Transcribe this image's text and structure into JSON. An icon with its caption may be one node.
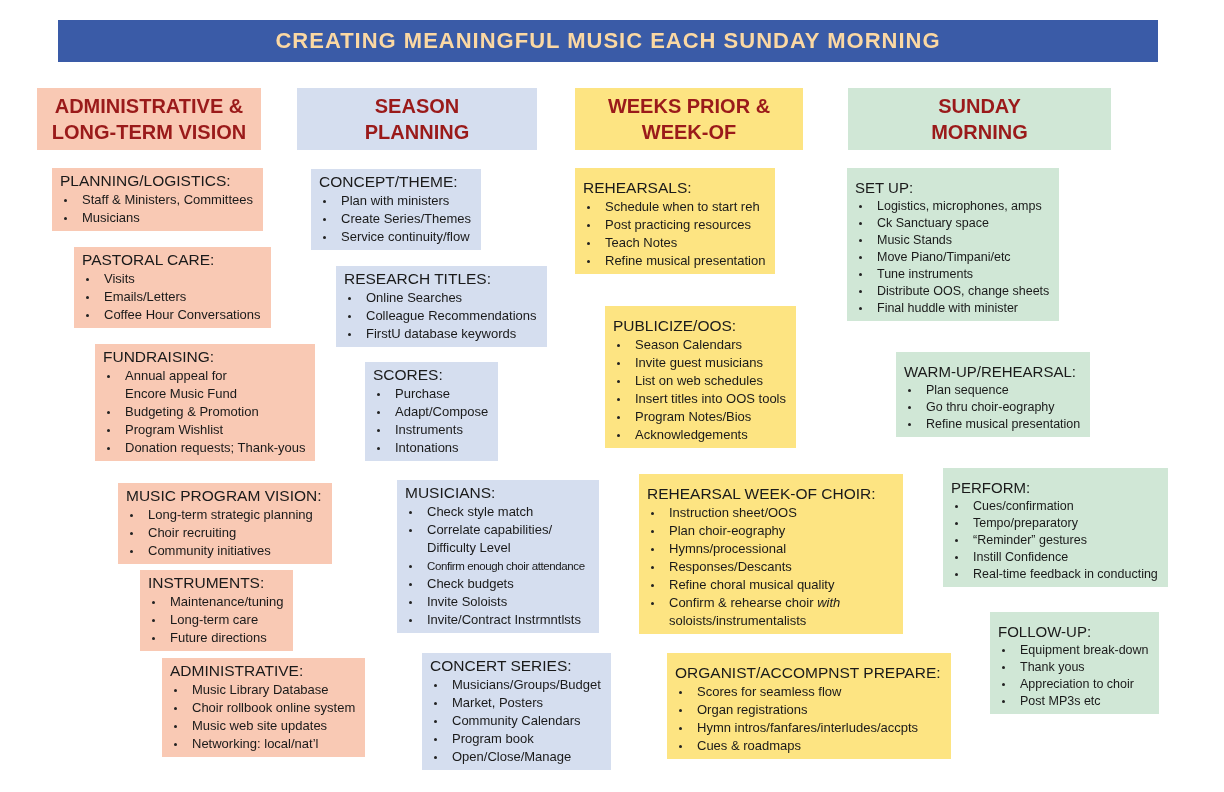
{
  "diagram": {
    "title": "CREATING MEANINGFUL MUSIC EACH SUNDAY MORNING",
    "nodes": [
      {
        "text": [
          "ADMINISTRATIVE & LONG-TERM VISION"
        ]
      },
      {
        "text": [
          "PLANNING/LOGISTICS:",
          "Staff & Ministers, Committees",
          "Musicians"
        ]
      },
      {
        "text": [
          "PASTORAL CARE:",
          "Visits",
          "Emails/Letters",
          "Coffee Hour Conversations"
        ]
      },
      {
        "text": [
          "FUNDRAISING:",
          "Annual appeal for Encore Music Fund",
          "Budgeting & Promotion",
          "Program Wishlist",
          "Donation requests; Thank-yous"
        ]
      },
      {
        "text": [
          "MUSIC PROGRAM VISION:",
          "Long-term strategic planning",
          "Choir recruiting",
          "Community initiatives"
        ]
      },
      {
        "text": [
          "INSTRUMENTS:",
          "Maintenance/tuning",
          "Long-term care",
          "Future directions"
        ]
      },
      {
        "text": [
          "ADMINISTRATIVE:",
          "Music Library Database",
          "Choir rollbook online system",
          "Music web site updates",
          "Networking: local/nat’l"
        ]
      },
      {
        "text": [
          "SEASON PLANNING"
        ]
      },
      {
        "text": [
          "CONCEPT/THEME:",
          "Plan with ministers",
          "Create Series/Themes",
          "Service continuity/flow"
        ]
      },
      {
        "text": [
          "RESEARCH TITLES:",
          "Online Searches",
          "Colleague Recommendations",
          "FirstU database keywords"
        ]
      },
      {
        "text": [
          "SCORES:",
          "Purchase",
          "Adapt/Compose",
          "Instruments",
          "Intonations"
        ]
      },
      {
        "text": [
          "MUSICIANS:",
          "Check style match",
          "Correlate capabilities/ Difficulty Level",
          "Confirm enough choir attendance",
          "Check budgets",
          "Invite Soloists",
          "Invite/Contract Instrmntlsts"
        ]
      },
      {
        "text": [
          "CONCERT SERIES:",
          "Musicians/Groups/Budget",
          "Market, Posters",
          "Community Calendars",
          "Program book",
          "Open/Close/Manage"
        ]
      },
      {
        "text": [
          "WEEKS PRIOR & WEEK-OF"
        ]
      },
      {
        "text": [
          "REHEARSALS:",
          "Schedule when to start reh",
          "Post practicing resources",
          "Teach Notes",
          "Refine musical presentation"
        ]
      },
      {
        "text": [
          "PUBLICIZE/OOS:",
          "Season Calendars",
          "Invite guest musicians",
          "List on web schedules",
          "Insert titles into OOS tools",
          "Program Notes/Bios",
          "Acknowledgements"
        ]
      },
      {
        "text": [
          "REHEARSAL WEEK-OF CHOIR:",
          "Instruction sheet/OOS",
          "Plan choir-eography",
          "Hymns/processional",
          "Responses/Descants",
          "Refine choral musical quality",
          "Confirm & rehearse choir *with* soloists/instrumentalists"
        ]
      },
      {
        "text": [
          "ORGANIST/ACCOMPNST PREPARE:",
          "Scores for seamless flow",
          "Organ registrations",
          "Hymn intros/fanfares/interludes/accpts",
          "Cues & roadmaps"
        ]
      },
      {
        "text": [
          "SUNDAY MORNING"
        ]
      },
      {
        "text": [
          "SET UP:",
          "Logistics, microphones, amps",
          "Ck Sanctuary space",
          "Music Stands",
          "Move Piano/Timpani/etc",
          "Tune instruments",
          "Distribute OOS, change sheets",
          "Final huddle with minister"
        ]
      },
      {
        "text": [
          "WARM-UP/REHEARSAL:",
          "Plan sequence",
          "Go thru choir-eography",
          "Refine musical presentation"
        ]
      },
      {
        "text": [
          "PERFORM:",
          "Cues/confirmation",
          "Tempo/preparatory",
          "“Reminder” gestures",
          "Instill Confidence",
          "Real-time feedback in conducting"
        ]
      },
      {
        "text": [
          "FOLLOW-UP:",
          "Equipment break-down",
          "Thank yous",
          "Appreciation to choir",
          "Post MP3s etc"
        ]
      }
    ]
  }
}
